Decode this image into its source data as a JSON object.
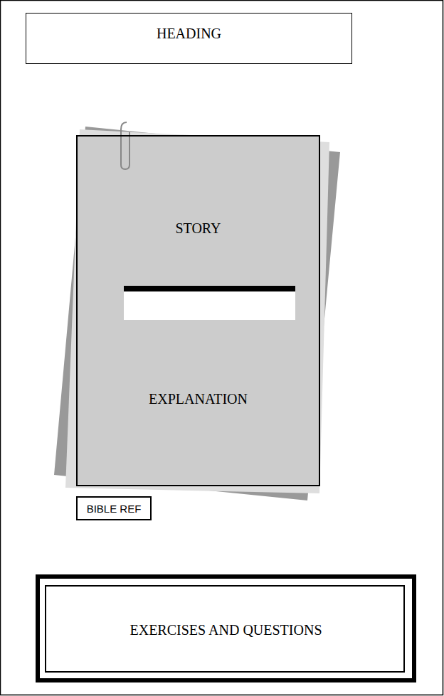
{
  "diagram": {
    "nodes": [
      {
        "text": [
          "HEADING"
        ]
      },
      {
        "text": [
          "STORY",
          "EXPLANATION"
        ]
      },
      {
        "text": [
          "BIBLE REF"
        ]
      },
      {
        "text": [
          "EXERCISES AND QUESTIONS"
        ]
      }
    ]
  }
}
